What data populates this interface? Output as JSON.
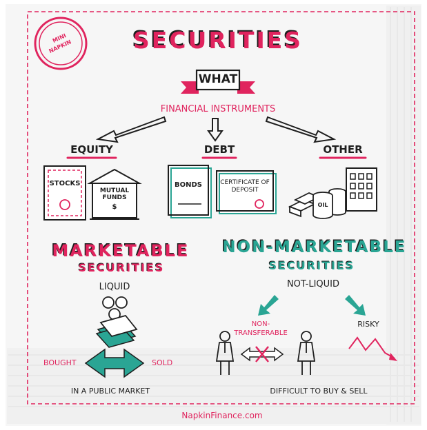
{
  "title": "SECURITIES",
  "badge": {
    "line1": "MINI",
    "line2": "NAPKIN"
  },
  "banner": "WHAT",
  "subtitle": "FINANCIAL INSTRUMENTS",
  "categories": {
    "equity": {
      "label": "EQUITY",
      "items": [
        "STOCKS",
        "MUTUAL FUNDS"
      ]
    },
    "debt": {
      "label": "DEBT",
      "items": [
        "BONDS",
        "CERTIFICATE OF DEPOSIT"
      ]
    },
    "other": {
      "label": "OTHER",
      "items": [
        "OIL"
      ]
    }
  },
  "marketable": {
    "title_line1": "MARKETABLE",
    "title_line2": "SECURITIES",
    "liquid": "LIQUID",
    "bought": "BOUGHT",
    "sold": "SOLD",
    "market": "IN A PUBLIC MARKET"
  },
  "non_marketable": {
    "title_line1": "NON-MARKETABLE",
    "title_line2": "SECURITIES",
    "not_liquid": "NOT-LIQUID",
    "non_transferable_line1": "NON-",
    "non_transferable_line2": "TRANSFERABLE",
    "risky": "RISKY",
    "difficulty": "DIFFICULT TO BUY & SELL"
  },
  "footer": "NapkinFinance.com",
  "colors": {
    "pink": "#e0245e",
    "teal": "#2aa594",
    "ink": "#1e1e1e",
    "napkin": "#f6f6f6"
  }
}
